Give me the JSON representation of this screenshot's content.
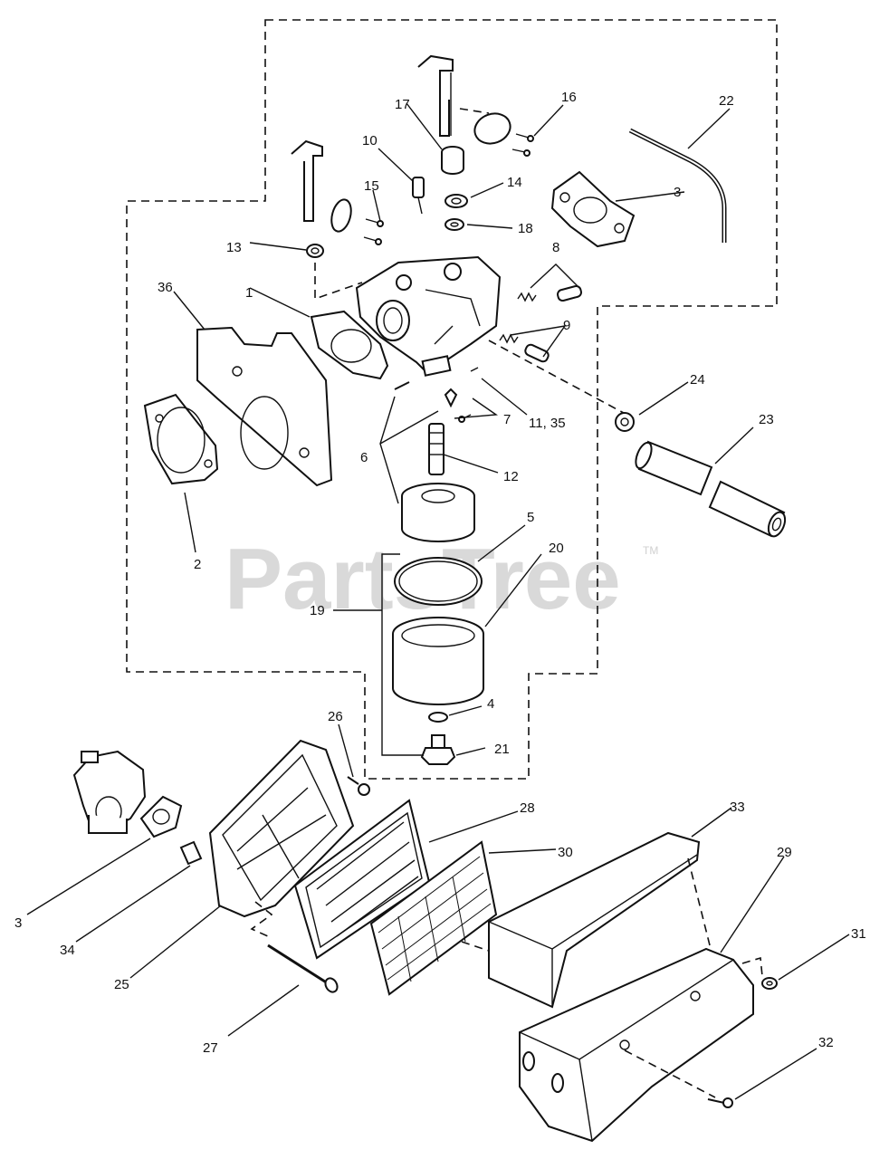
{
  "watermark": {
    "text": "PartsTree",
    "tm": "TM"
  },
  "callouts": [
    {
      "id": "c1",
      "label": "1"
    },
    {
      "id": "c2",
      "label": "2"
    },
    {
      "id": "c3a",
      "label": "3"
    },
    {
      "id": "c3b",
      "label": "3"
    },
    {
      "id": "c4",
      "label": "4"
    },
    {
      "id": "c5",
      "label": "5"
    },
    {
      "id": "c6",
      "label": "6"
    },
    {
      "id": "c7",
      "label": "7"
    },
    {
      "id": "c8",
      "label": "8"
    },
    {
      "id": "c9",
      "label": "9"
    },
    {
      "id": "c10",
      "label": "10"
    },
    {
      "id": "c11",
      "label": "11, 35"
    },
    {
      "id": "c12",
      "label": "12"
    },
    {
      "id": "c13",
      "label": "13"
    },
    {
      "id": "c14",
      "label": "14"
    },
    {
      "id": "c15",
      "label": "15"
    },
    {
      "id": "c16",
      "label": "16"
    },
    {
      "id": "c17",
      "label": "17"
    },
    {
      "id": "c18",
      "label": "18"
    },
    {
      "id": "c19",
      "label": "19"
    },
    {
      "id": "c20",
      "label": "20"
    },
    {
      "id": "c21",
      "label": "21"
    },
    {
      "id": "c22",
      "label": "22"
    },
    {
      "id": "c23",
      "label": "23"
    },
    {
      "id": "c24",
      "label": "24"
    },
    {
      "id": "c25",
      "label": "25"
    },
    {
      "id": "c26",
      "label": "26"
    },
    {
      "id": "c27",
      "label": "27"
    },
    {
      "id": "c28",
      "label": "28"
    },
    {
      "id": "c29",
      "label": "29"
    },
    {
      "id": "c30",
      "label": "30"
    },
    {
      "id": "c31",
      "label": "31"
    },
    {
      "id": "c32",
      "label": "32"
    },
    {
      "id": "c33",
      "label": "33"
    },
    {
      "id": "c34",
      "label": "34"
    },
    {
      "id": "c36",
      "label": "36"
    }
  ]
}
